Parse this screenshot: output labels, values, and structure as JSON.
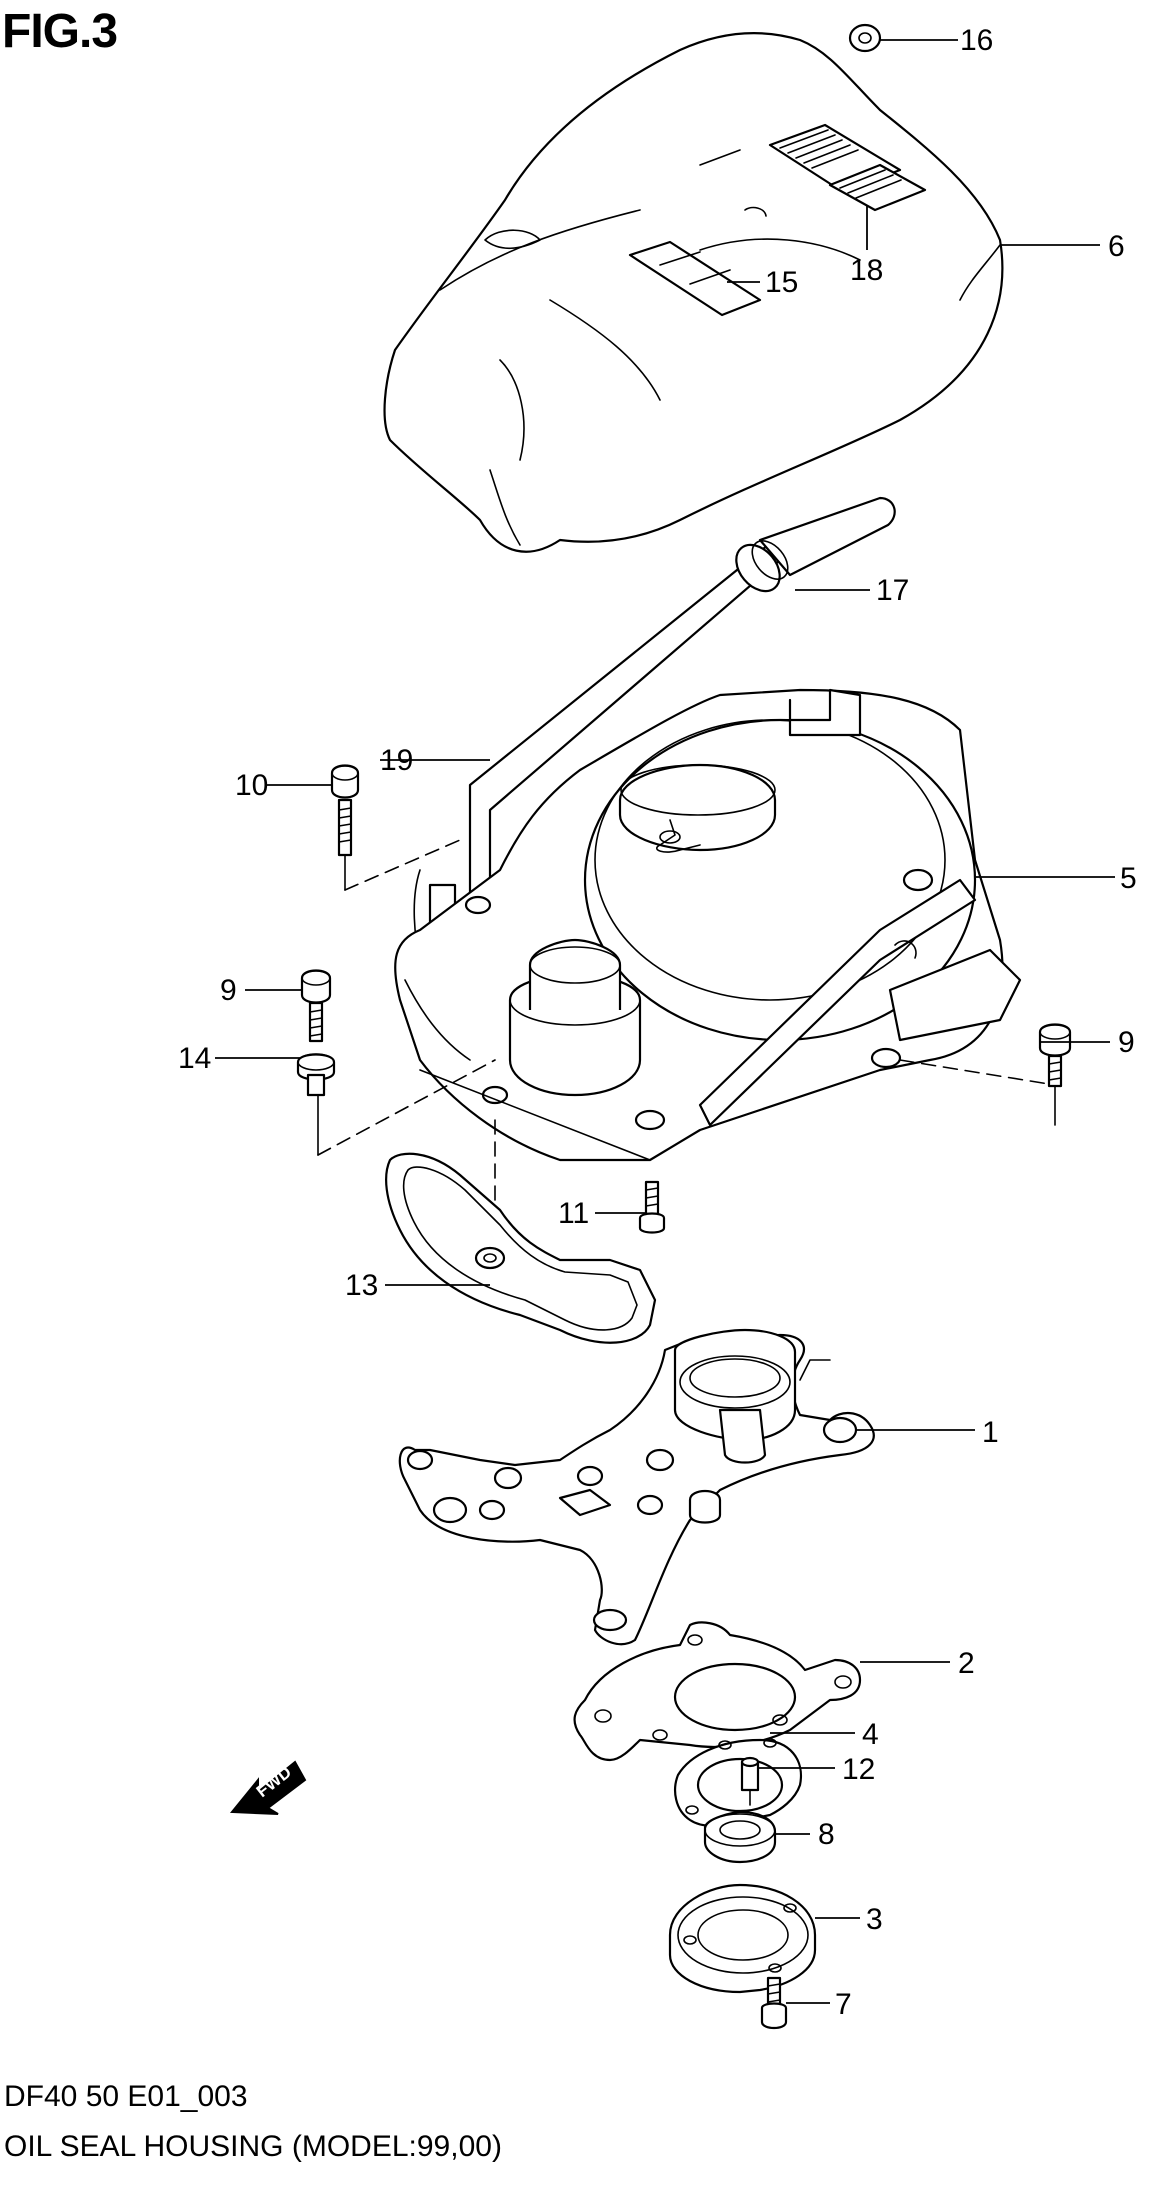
{
  "figure": {
    "title": "FIG.3"
  },
  "footer": {
    "code": "DF40 50 E01_003",
    "title": "OIL SEAL HOUSING (MODEL:99,00)"
  },
  "fwd_label": "FWD",
  "callouts": {
    "c1": "1",
    "c2": "2",
    "c3": "3",
    "c4": "4",
    "c5": "5",
    "c6": "6",
    "c7": "7",
    "c8": "8",
    "c9a": "9",
    "c9b": "9",
    "c10": "10",
    "c11": "11",
    "c12": "12",
    "c13": "13",
    "c14": "14",
    "c15": "15",
    "c16": "16",
    "c17": "17",
    "c18": "18",
    "c19": "19"
  }
}
